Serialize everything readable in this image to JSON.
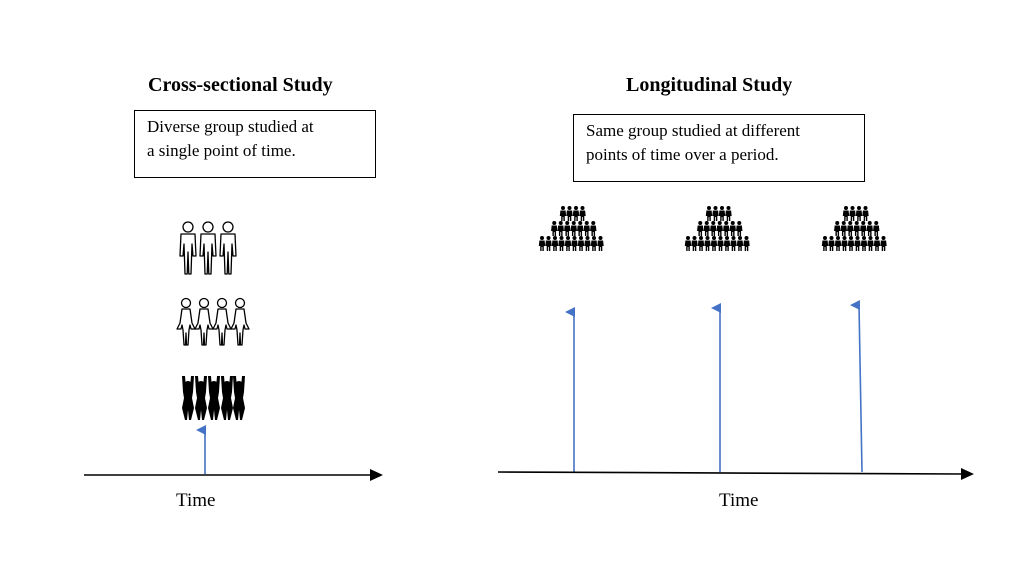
{
  "left_panel": {
    "title": "Cross-sectional Study",
    "description_line1": "Diverse group studied at",
    "description_line2": "a single point of time.",
    "axis_label": "Time"
  },
  "right_panel": {
    "title": "Longitudinal Study",
    "description_line1": "Same group studied at different",
    "description_line2": "points of time over a period.",
    "axis_label": "Time"
  },
  "colors": {
    "arrow_blue": "#4472c4",
    "axis": "#000000"
  },
  "icons": [
    "male-outline-group-icon",
    "female-outline-group-icon",
    "cheering-crowd-icon",
    "people-pyramid-icon"
  ]
}
